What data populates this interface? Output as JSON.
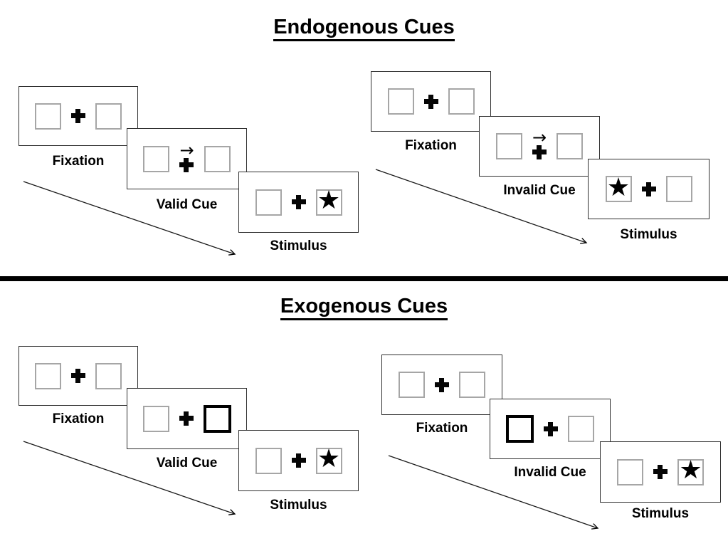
{
  "sections": {
    "endogenous": {
      "title": "Endogenous Cues",
      "left": {
        "fixation": "Fixation",
        "cue": "Valid Cue",
        "stimulus": "Stimulus"
      },
      "right": {
        "fixation": "Fixation",
        "cue": "Invalid Cue",
        "stimulus": "Stimulus"
      }
    },
    "exogenous": {
      "title": "Exogenous Cues",
      "left": {
        "fixation": "Fixation",
        "cue": "Valid Cue",
        "stimulus": "Stimulus"
      },
      "right": {
        "fixation": "Fixation",
        "cue": "Invalid Cue",
        "stimulus": "Stimulus"
      }
    }
  },
  "glyphs": {
    "cue_arrow": "→",
    "star": "★"
  },
  "colors": {
    "ink": "#000000",
    "panel_border": "#2f2f2f",
    "placeholder_border": "#a6a6a6",
    "background": "#ffffff"
  }
}
